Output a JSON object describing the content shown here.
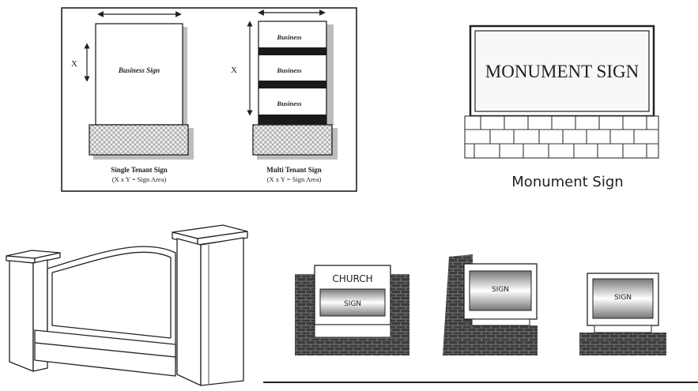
{
  "tenant_panel": {
    "single": {
      "dimension_label": "X",
      "sign_text": "Business Sign",
      "caption": "Single Tenant Sign",
      "formula": "(X x Y = Sign Area)"
    },
    "multi": {
      "dimension_label": "X",
      "panel_texts": [
        "Business",
        "Business",
        "Business"
      ],
      "caption": "Multi Tenant Sign",
      "formula": "(X x Y = Sign Area)"
    }
  },
  "monument": {
    "sign_text": "MONUMENT SIGN",
    "caption": "Monument Sign"
  },
  "sign_examples": {
    "church_label": "CHURCH",
    "sign_labels": [
      "SIGN",
      "SIGN",
      "SIGN"
    ]
  },
  "colors": {
    "brick": "#4a4a4a",
    "hatch": "#d8d8d8",
    "sign_gradient_dark": "#8a8a8a",
    "sign_gradient_light": "#ffffff"
  }
}
